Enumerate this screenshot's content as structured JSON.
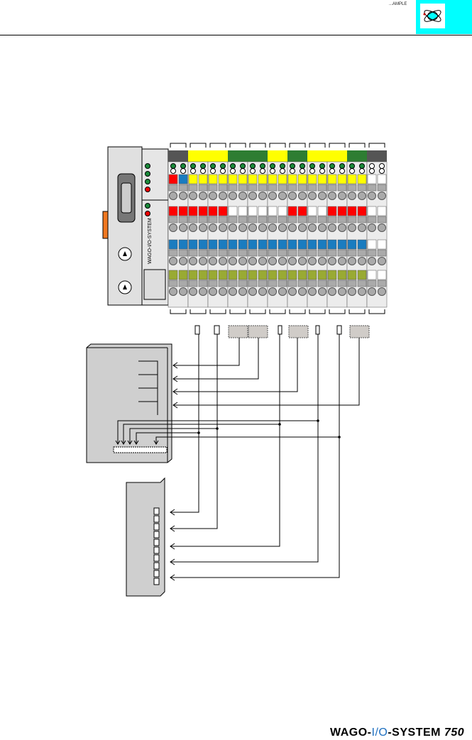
{
  "header": {
    "small_text": "...AMPLE"
  },
  "coupler": {
    "label": "WAGO-I/O-SYSTEM"
  },
  "footer": {
    "logo_prefix": "WAGO-",
    "logo_io": "I/O",
    "logo_suffix": "-SYSTEM",
    "logo_number": "750"
  },
  "colors": {
    "cyan": "#00ffff",
    "yellow": "#ffff00",
    "green": "#2e7d32",
    "red": "#ff0000",
    "blue": "#1a7cc0",
    "olive": "#99aa33",
    "gray": "#a0a0a0",
    "dark": "#555555"
  },
  "modules": {
    "top_bar": [
      "dark",
      "yellow",
      "yellow",
      "green",
      "green",
      "yellow",
      "green",
      "yellow",
      "yellow",
      "green",
      "dark"
    ],
    "row1": [
      [
        "red",
        "blue"
      ],
      [
        "yellow",
        "yellow"
      ],
      [
        "yellow",
        "yellow"
      ],
      [
        "yellow",
        "yellow"
      ],
      [
        "yellow",
        "yellow"
      ],
      [
        "yellow",
        "yellow"
      ],
      [
        "yellow",
        "yellow"
      ],
      [
        "yellow",
        "yellow"
      ],
      [
        "yellow",
        "yellow"
      ],
      [
        "yellow",
        "yellow"
      ],
      [
        "white",
        "white"
      ]
    ],
    "row2": [
      "red",
      "red",
      "red",
      "white",
      "white",
      "white",
      "red",
      "white",
      "red",
      "red",
      "white"
    ],
    "row3": [
      "blue",
      "blue",
      "blue",
      "blue",
      "blue",
      "blue",
      "blue",
      "blue",
      "blue",
      "blue",
      "white"
    ],
    "row4": [
      "olive",
      "olive",
      "olive",
      "olive",
      "olive",
      "olive",
      "olive",
      "olive",
      "olive",
      "olive",
      "white"
    ]
  }
}
